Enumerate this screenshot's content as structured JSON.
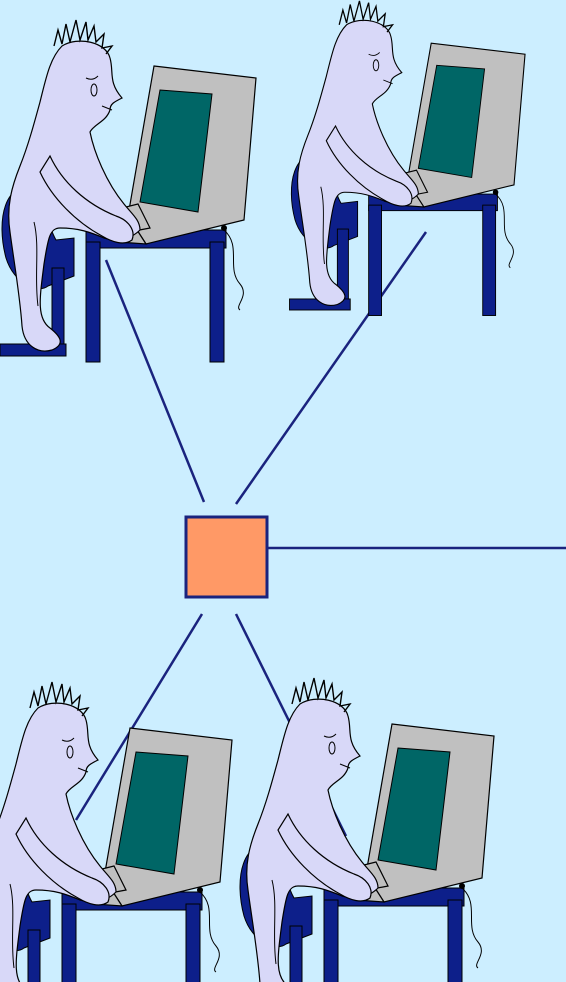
{
  "colors": {
    "background": "#cceeff",
    "link": "#1a237e",
    "hub_fill": "#ff9966",
    "hub_stroke": "#1a237e",
    "skin": "#d8d8f8",
    "chair": "#0d1f8a",
    "monitor_case": "#c0c0c0",
    "screen": "#006666",
    "outline": "#000000"
  },
  "network": {
    "hub": {
      "icon": "network-hub-square"
    },
    "workstations": [
      {
        "id": "top-left",
        "icon": "user-at-computer"
      },
      {
        "id": "top-right",
        "icon": "user-at-computer"
      },
      {
        "id": "bottom-left",
        "icon": "user-at-computer"
      },
      {
        "id": "bottom-right",
        "icon": "user-at-computer"
      }
    ],
    "external_link": {
      "direction": "right"
    }
  }
}
